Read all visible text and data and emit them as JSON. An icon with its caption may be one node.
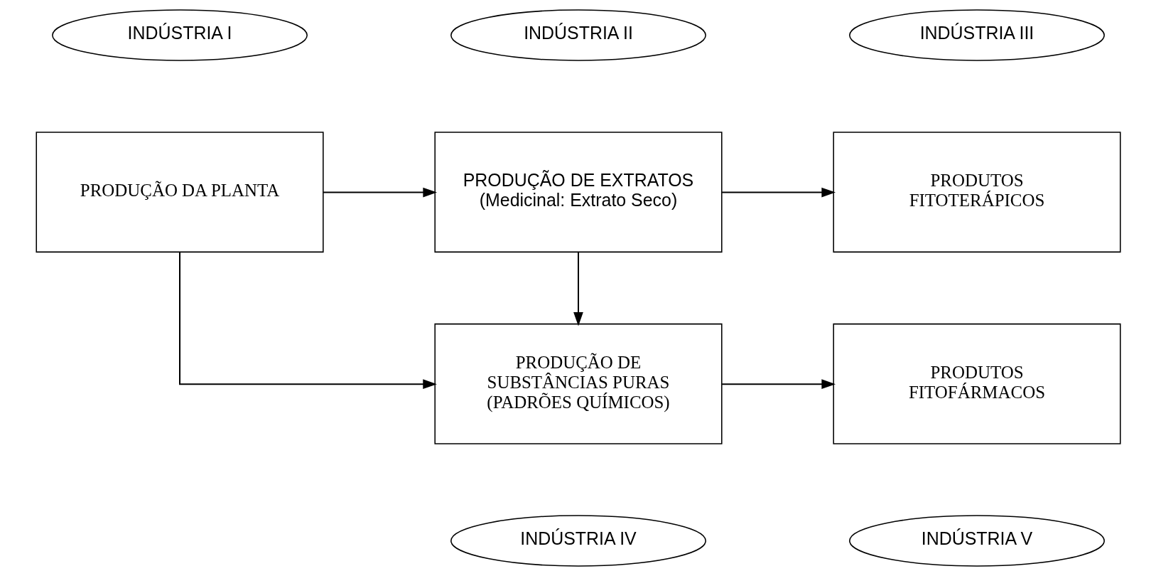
{
  "diagram": {
    "nodes": [
      {
        "text": [
          "INDÚSTRIA I"
        ]
      },
      {
        "text": [
          "INDÚSTRIA II"
        ]
      },
      {
        "text": [
          "INDÚSTRIA III"
        ]
      },
      {
        "text": [
          "PRODUÇÃO DA PLANTA"
        ]
      },
      {
        "text": [
          "PRODUÇÃO DE EXTRATOS",
          "(Medicinal: Extrato Seco)"
        ]
      },
      {
        "text": [
          "PRODUTOS FITOTERÁPICOS"
        ]
      },
      {
        "text": [
          "PRODUÇÃO DE SUBSTÂNCIAS PURAS (PADRÕES QUÍMICOS)"
        ]
      },
      {
        "text": [
          "PRODUTOS FITOFÁRMACOS"
        ]
      },
      {
        "text": [
          "INDÚSTRIA IV"
        ]
      },
      {
        "text": [
          "INDÚSTRIA V"
        ]
      }
    ],
    "edges": [
      {
        "from": 3,
        "to": 4,
        "arrow": "to"
      },
      {
        "from": 4,
        "to": 5,
        "arrow": "to"
      },
      {
        "from": 4,
        "to": 6,
        "arrow": "to"
      },
      {
        "from": 3,
        "to": 6,
        "arrow": "to"
      },
      {
        "from": 6,
        "to": 7,
        "arrow": "to"
      }
    ]
  }
}
